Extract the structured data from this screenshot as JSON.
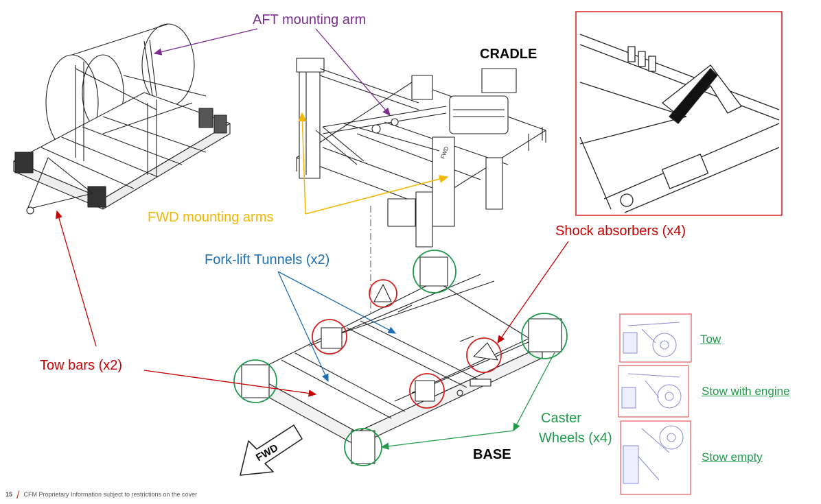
{
  "labels": {
    "aft_mounting_arm": "AFT mounting arm",
    "cradle": "CRADLE",
    "fwd_mounting_arms": "FWD mounting arms",
    "shock_absorbers": "Shock absorbers (x4)",
    "fork_lift_tunnels": "Fork-lift Tunnels (x2)",
    "tow_bars": "Tow bars (x2)",
    "caster_wheels_line1": "Caster",
    "caster_wheels_line2": "Wheels (x4)",
    "base": "BASE",
    "fwd_arrow": "FWD",
    "cradle_fwd_marking": "FWD"
  },
  "legend": {
    "tow": "Tow",
    "stow_with_engine": "Stow with engine",
    "stow_empty": "Stow empty"
  },
  "footer": {
    "page_number": "15",
    "text": "CFM Proprietary Information subject to restrictions on the cover"
  },
  "colors": {
    "aft_arrow": "#7a2d8f",
    "fwd_arms": "#f2b705",
    "shock": "#d42020",
    "tunnels": "#1f6fb2",
    "tow_bars": "#c40000",
    "caster": "#1f9a4a",
    "inset_border": "#e02020"
  }
}
